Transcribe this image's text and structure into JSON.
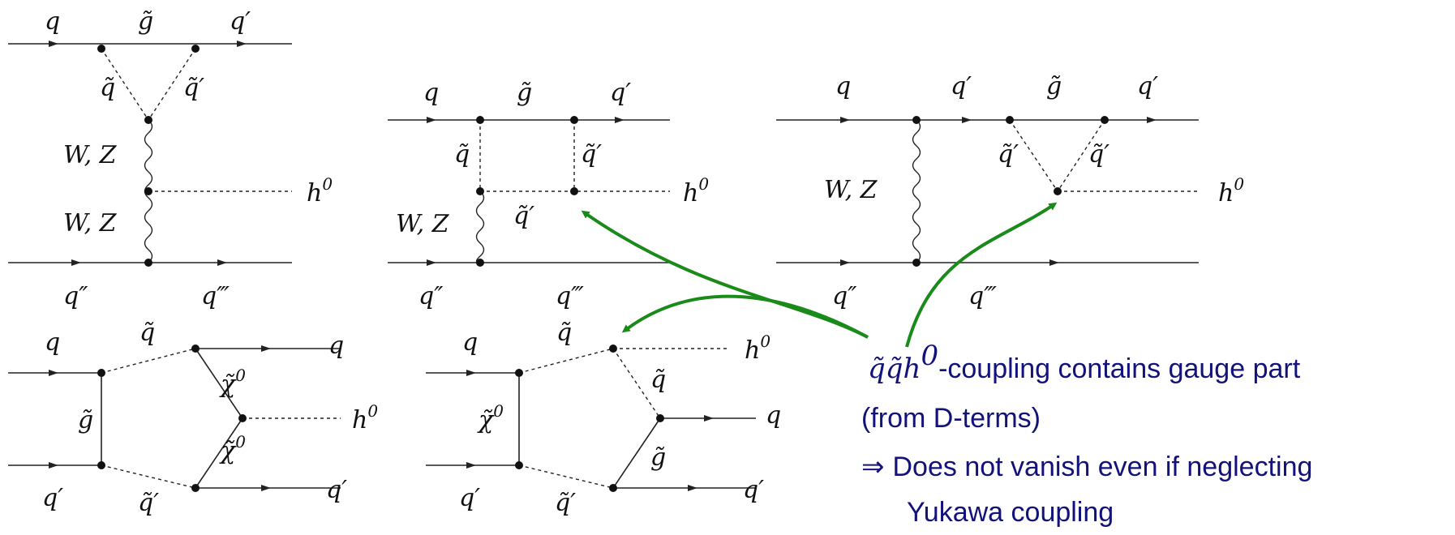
{
  "diagrams": {
    "d1": {
      "q": "q",
      "gluino": "g̃",
      "q_prime": "q′",
      "sq_left": "q̃",
      "sq_right": "q̃′",
      "wz_top": "W, Z",
      "wz_bot": "W, Z",
      "h": "h",
      "h_sup": "0",
      "q_dprime": "q″",
      "q_tprime": "q‴"
    },
    "d2": {
      "q": "q",
      "gluino": "g̃",
      "q_prime": "q′",
      "sq_left": "q̃",
      "sq_right": "q̃′",
      "sq_mid": "q̃′",
      "wz": "W, Z",
      "h": "h",
      "h_sup": "0",
      "q_dprime": "q″",
      "q_tprime": "q‴"
    },
    "d3": {
      "q": "q",
      "q_prime1": "q′",
      "gluino": "g̃",
      "q_prime2": "q′",
      "sq_left": "q̃′",
      "sq_right": "q̃′",
      "wz": "W, Z",
      "h": "h",
      "h_sup": "0",
      "q_dprime": "q″",
      "q_tprime": "q‴"
    },
    "d4": {
      "q_in": "q",
      "sq_top": "q̃",
      "q_out": "q",
      "gluino": "g̃",
      "chi_top": "χ̃",
      "chi_top_sup": "0",
      "chi_bot": "χ̃",
      "chi_bot_sup": "0",
      "h": "h",
      "h_sup": "0",
      "qp_in": "q′",
      "sq_bot": "q̃′",
      "qp_out": "q′"
    },
    "d5": {
      "q_in": "q",
      "sq_top": "q̃",
      "h": "h",
      "h_sup": "0",
      "chi": "χ̃",
      "chi_sup": "0",
      "sq_mid": "q̃",
      "q_out": "q",
      "gluino": "g̃",
      "qp_in": "q′",
      "sq_bot": "q̃′",
      "qp_out": "q′"
    }
  },
  "annotation": {
    "coupling_math": "q̃q̃h",
    "coupling_sup": "0",
    "line1": "-coupling contains gauge part",
    "line2": "(from D-terms)",
    "implies": "⇒",
    "line3": "Does not vanish even if neglecting",
    "line4": "Yukawa coupling"
  },
  "colors": {
    "arrow": "#1a8a1a",
    "annotation_text": "#12127a"
  }
}
